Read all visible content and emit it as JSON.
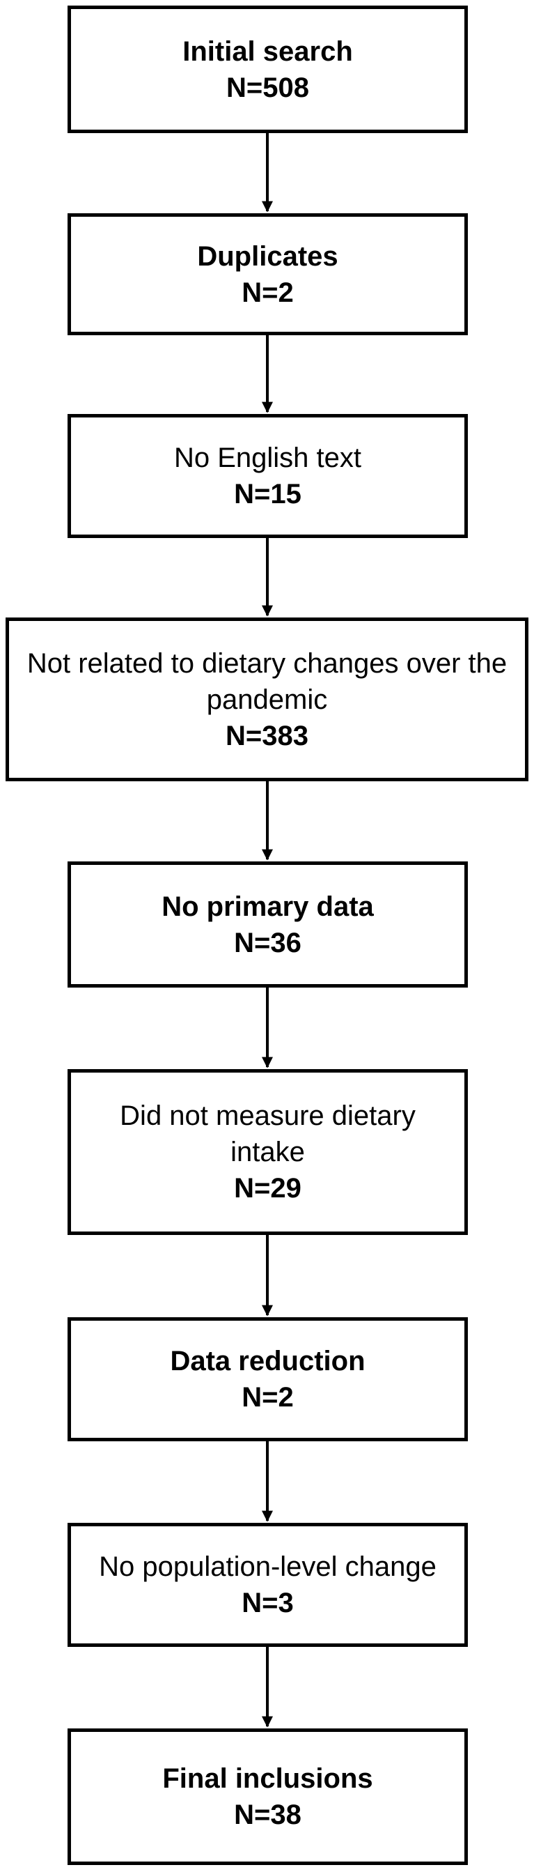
{
  "flowchart": {
    "steps": [
      {
        "label": "Initial search",
        "count": "N=508"
      },
      {
        "label": "Duplicates",
        "count": "N=2"
      },
      {
        "label": "No English text",
        "count": "N=15"
      },
      {
        "label": "Not related to dietary changes over the pandemic",
        "count": "N=383"
      },
      {
        "label": "No primary data",
        "count": "N=36"
      },
      {
        "label": "Did not measure dietary intake",
        "count": "N=29"
      },
      {
        "label": "Data reduction",
        "count": "N=2"
      },
      {
        "label": "No population-level change",
        "count": "N=3"
      },
      {
        "label": "Final inclusions",
        "count": "N=38"
      }
    ]
  }
}
